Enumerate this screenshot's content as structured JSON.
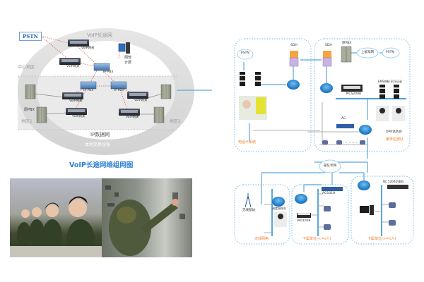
{
  "left_diagram": {
    "pstn_label": "PSTN",
    "voip_long_distance_net": "VoIP长途网",
    "center_region": "中心地区",
    "region1": "地区1",
    "region2": "地区2",
    "ip_data_net": "IP数据网",
    "local_exchange": "本地交换设备",
    "original_pbx": "原PBX",
    "voip_gateway": "VoIP网关",
    "ip_pbx": "IP-PBX",
    "billing": "网管\n计费",
    "billing_line1": "网管",
    "billing_line2": "计费",
    "caption": "VoIP长途网络组网图",
    "gateways": [
      "VoIP网关",
      "VoIP网关",
      "VoIP网关",
      "VoIP网关",
      "VoIP网关",
      "VoIP网关"
    ],
    "ippbx": [
      "IP-PBX",
      "IP-PBX",
      "IP-PBX"
    ]
  },
  "photos": {
    "left": "operators-with-headsets-photo",
    "right": "soldier-at-equipment-photo"
  },
  "right_diagram": {
    "phone_system": {
      "pstn": "PSTN",
      "sdh": "SDH",
      "label": "电话卡系统"
    },
    "dispatch": {
      "sdh": "SDH",
      "original_pbx": "原PBX",
      "upper_network": "上级军网",
      "pstn": "PSTN",
      "ncs": "NCS2008",
      "ems": "EMS控制 EGS记录",
      "ag": "AG",
      "opr": "OPR话务台",
      "label": "某单位部队"
    },
    "army_network": "部队专网",
    "wireless": {
      "base_station": "无线基站",
      "dispatch_console": "调度指挥台",
      "label": "无线网络"
    },
    "subunit1": {
      "ag1018": "AG1018",
      "iad1008": "IAD1008",
      "label": "下属单位(<=n人)"
    },
    "subunit2": {
      "nc5200": "NC 5200交换机",
      "label": "下属单位(>=n人)"
    }
  }
}
